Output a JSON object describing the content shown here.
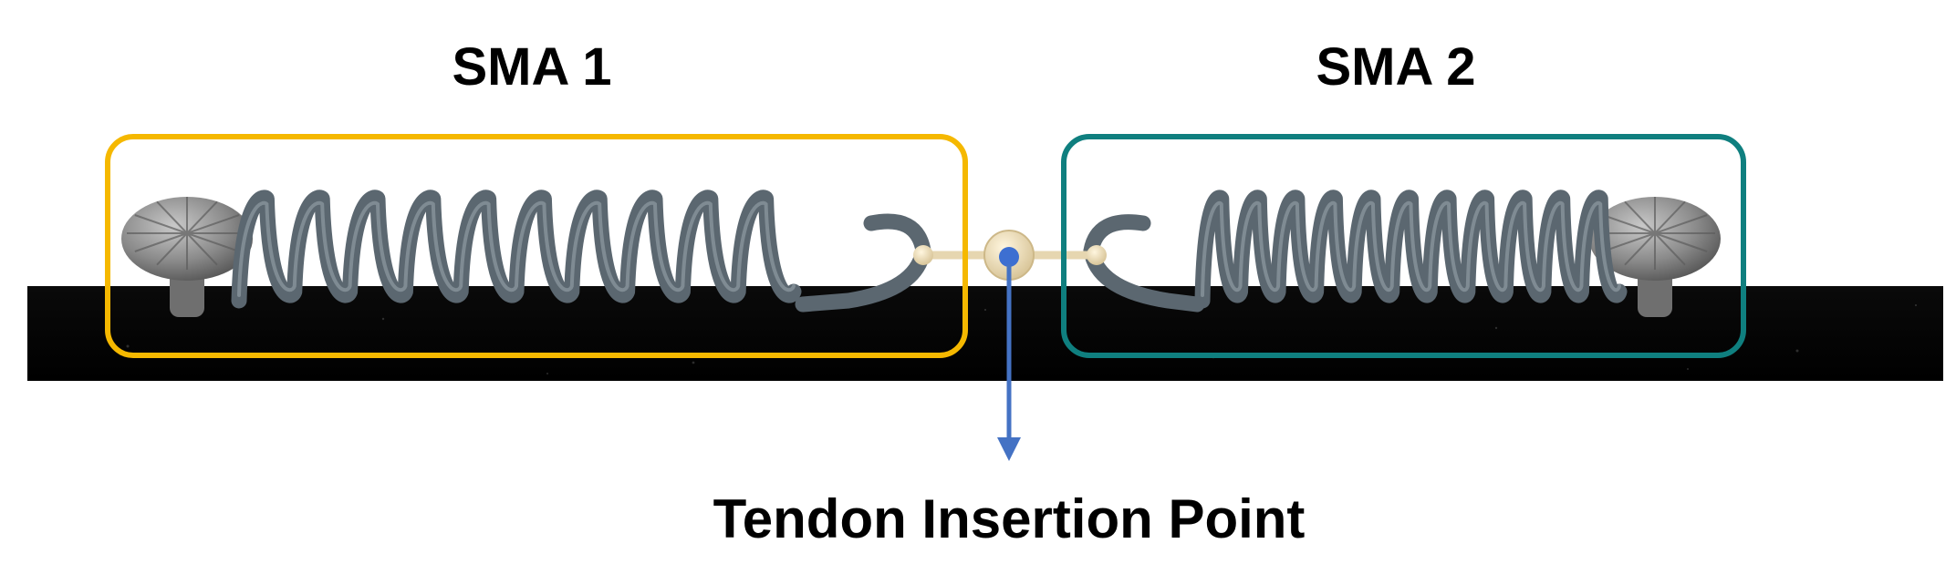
{
  "labels": {
    "sma1": "SMA 1",
    "sma2": "SMA 2",
    "insertion": "Tendon Insertion Point"
  },
  "colors": {
    "sma1_box": "#f5b800",
    "sma2_box": "#0f7f7f",
    "arrow": "#4472c4",
    "bar": "#050505",
    "spring": "#5b6770",
    "tendon": "#e6d6b0",
    "insertion_dot": "#3d6fd1",
    "anchor": "#7a7a7a"
  },
  "spring_1": {
    "turns": 10
  },
  "spring_2": {
    "turns": 11
  }
}
